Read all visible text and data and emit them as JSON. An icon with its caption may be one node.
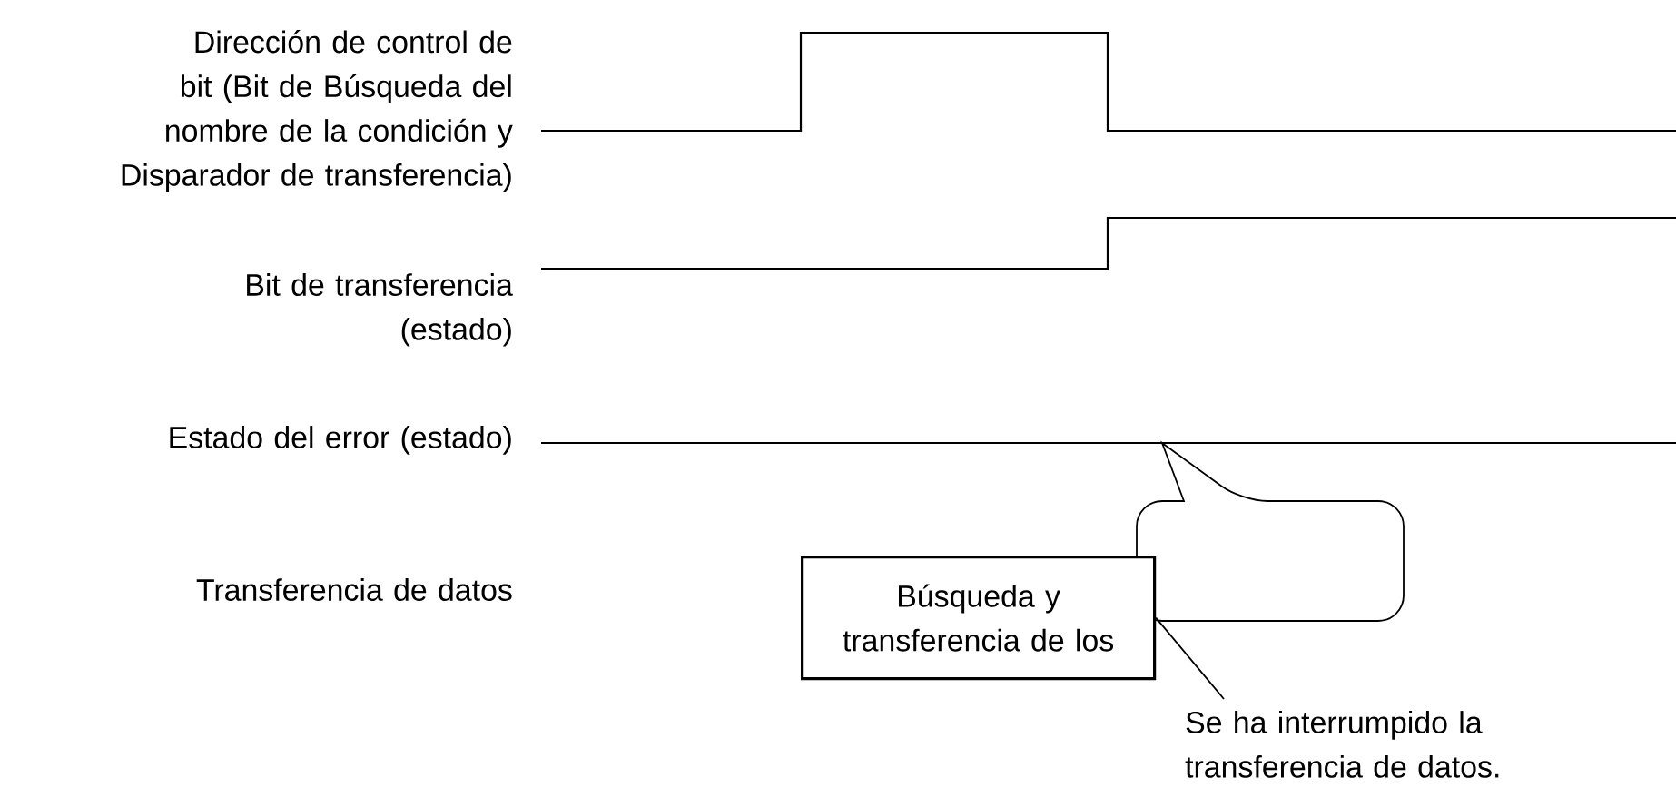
{
  "diagram": {
    "nodes": [
      {
        "text": [
          "Búsqueda y transferencia de los"
        ]
      },
      {
        "text": [],
        "shape": "box"
      },
      {
        "text": [
          "Se ha interrumpido la transferencia de datos."
        ]
      }
    ],
    "edges": [
      {
        "from": 2,
        "to": 0,
        "arrow": "none"
      }
    ],
    "labels": [
      "Dirección de control de bit (Bit de Búsqueda del nombre de la condición y Disparador de transferencia)",
      "Bit de transferencia (estado)",
      "Estado del error (estado)",
      "Transferencia de datos"
    ]
  }
}
